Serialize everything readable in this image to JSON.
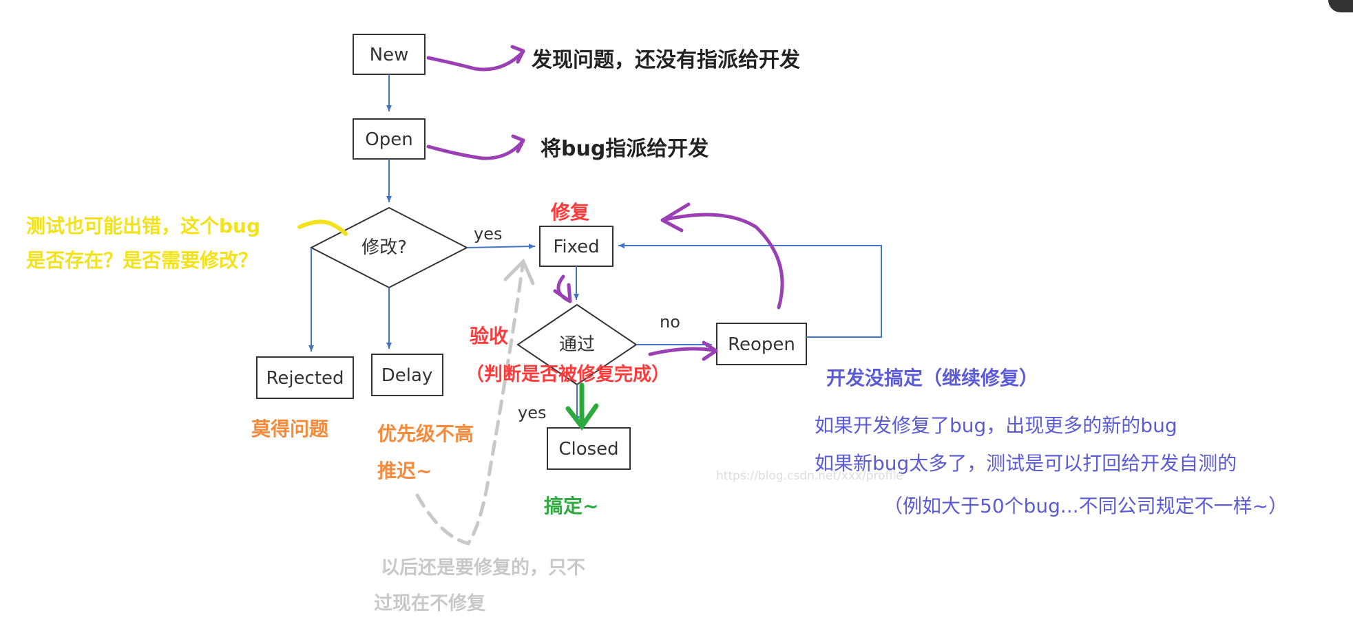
{
  "diagram": {
    "nodes": {
      "new": "New",
      "open": "Open",
      "modify": "修改?",
      "fixed": "Fixed",
      "pass": "通过",
      "reopen": "Reopen",
      "rejected": "Rejected",
      "delay": "Delay",
      "closed": "Closed"
    },
    "edge_labels": {
      "modify_yes": "yes",
      "pass_no": "no",
      "pass_yes": "yes"
    },
    "annotations": {
      "new_desc": "发现问题，还没有指派给开发",
      "open_desc": "将bug指派给开发",
      "tester_error_line1": "测试也可能出错，这个bug",
      "tester_error_line2": "是否存在？是否需要修改？",
      "fix_label": "修复",
      "accept_label": "验收",
      "accept_detail": "（判断是否被修复完成）",
      "reopen_desc": "开发没搞定（继续修复）",
      "rejected_desc": "莫得问题",
      "delay_desc_line1": "优先级不高",
      "delay_desc_line2": "推迟~",
      "closed_desc": "搞定~",
      "note_line1": "如果开发修复了bug，出现更多的新的bug",
      "note_line2": "如果新bug太多了，测试是可以打回给开发自测的",
      "note_line3": "（例如大于50个bug...不同公司规定不一样~）",
      "delay_later_line1": "以后还是要修复的，只不",
      "delay_later_line2": "过现在不修复",
      "watermark": "https://blog.csdn.net/xxx/profile"
    },
    "colors": {
      "arrow_blue": "#4472c4",
      "purple": "#9b3fb5",
      "yellow": "#f2e21b",
      "red": "#ff3b3b",
      "orange": "#f58a3a",
      "green": "#2daa3f",
      "blue_text": "#5b5bd6",
      "gray": "#c8c8c8"
    }
  }
}
